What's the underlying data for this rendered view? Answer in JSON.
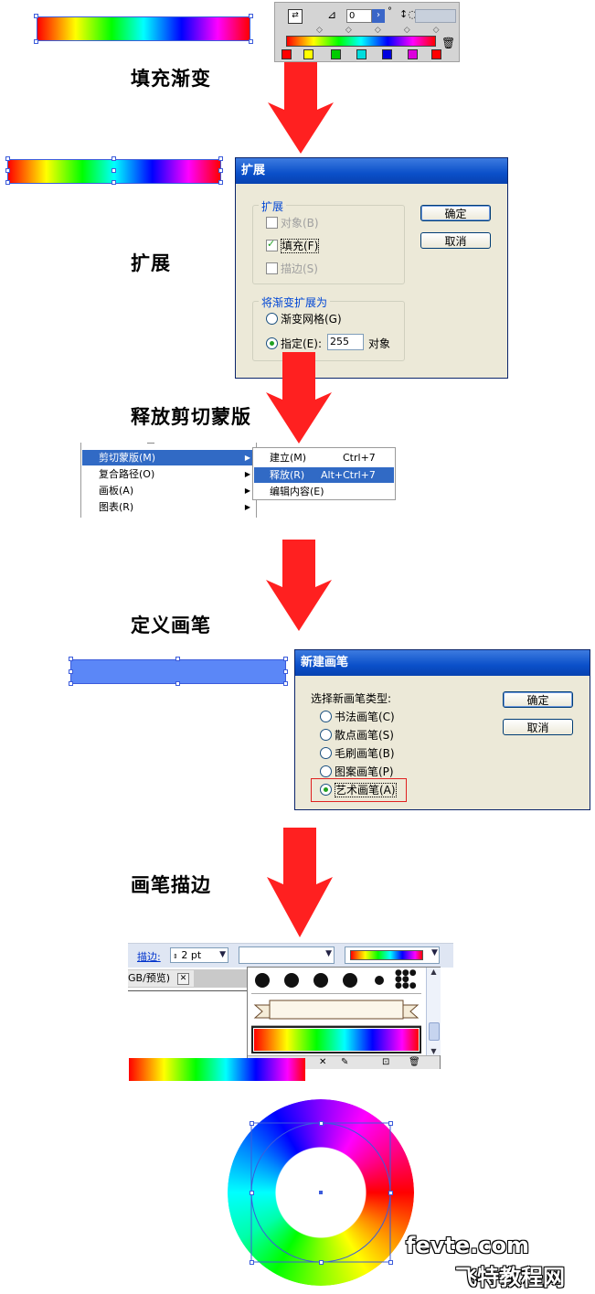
{
  "steps": {
    "fill": "填充渐变",
    "expand": "扩展",
    "release": "释放剪切蒙版",
    "define": "定义画笔",
    "stroke": "画笔描边"
  },
  "gradient_panel": {
    "angle_value": "0",
    "degree_symbol": "°"
  },
  "expand_dialog": {
    "title": "扩展",
    "group1_title": "扩展",
    "opt_object": "对象(B)",
    "opt_fill": "填充(F)",
    "opt_stroke": "描边(S)",
    "group2_title": "将渐变扩展为",
    "opt_mesh": "渐变网格(G)",
    "opt_specify": "指定(E):",
    "specify_value": "255",
    "specify_unit": "对象",
    "ok": "确定",
    "cancel": "取消"
  },
  "menu": {
    "items": [
      "剪切蒙版(M)",
      "复合路径(O)",
      "画板(A)",
      "图表(R)"
    ],
    "submenu": [
      {
        "label": "建立(M)",
        "shortcut": "Ctrl+7"
      },
      {
        "label": "释放(R)",
        "shortcut": "Alt+Ctrl+7"
      },
      {
        "label": "编辑内容(E)",
        "shortcut": ""
      }
    ]
  },
  "brush_dialog": {
    "title": "新建画笔",
    "prompt": "选择新画笔类型:",
    "options": [
      "书法画笔(C)",
      "散点画笔(S)",
      "毛刷画笔(B)",
      "图案画笔(P)",
      "艺术画笔(A)"
    ],
    "ok": "确定",
    "cancel": "取消"
  },
  "stroke_bar": {
    "label": "描边:",
    "weight": "2 pt",
    "tab_text": "GB/预览)"
  },
  "watermark": {
    "line1": "fevte.com",
    "line2": "飞特教程网"
  },
  "colors": {
    "arrow": "#ff2020",
    "selection": "#316ac5",
    "dialog_bg": "#ece9d8",
    "title_bar": "#0a4fc9",
    "brush_fill": "#5b87f7"
  }
}
